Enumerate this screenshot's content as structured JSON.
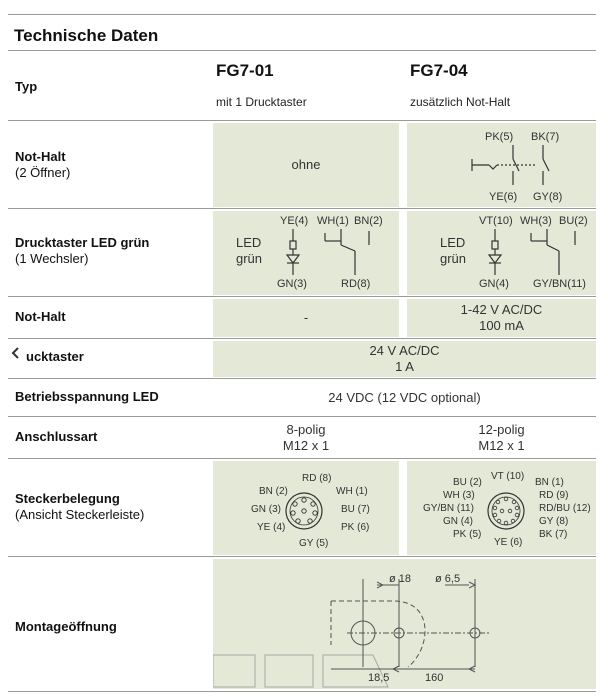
{
  "title": "Technische Daten",
  "header": {
    "label": "Typ",
    "col1_name": "FG7-01",
    "col1_sub": "mit 1 Drucktaster",
    "col2_name": "FG7-04",
    "col2_sub": "zusätzlich Not-Halt"
  },
  "rows": {
    "nothalt": {
      "label": "Not-Halt",
      "sublabel": "(2 Öffner)",
      "col1": "ohne",
      "col2_labels": {
        "pk": "PK(5)",
        "bk": "BK(7)",
        "ye": "YE(6)",
        "gy": "GY(8)"
      }
    },
    "drucktaster": {
      "label": "Drucktaster LED grün",
      "sublabel": "(1 Wechsler)",
      "col1_labels": {
        "led": "LED",
        "gruen": "grün",
        "ye": "YE(4)",
        "wh": "WH(1)",
        "bn": "BN(2)",
        "gn": "GN(3)",
        "rd": "RD(8)"
      },
      "col2_labels": {
        "led": "LED",
        "gruen": "grün",
        "vt": "VT(10)",
        "wh": "WH(3)",
        "bu": "BU(2)",
        "gn": "GN(4)",
        "gybn": "GY/BN(11)"
      }
    },
    "nothalt_rating": {
      "label": "Not-Halt",
      "col1": "-",
      "col2_line1": "1-42 V AC/DC",
      "col2_line2": "100 mA"
    },
    "drucktaster_rating": {
      "label": "ucktaster",
      "line1": "24 V AC/DC",
      "line2": "1 A"
    },
    "betriebsspannung": {
      "label": "Betriebsspannung LED",
      "value": "24 VDC (12 VDC optional)"
    },
    "anschlussart": {
      "label": "Anschlussart",
      "col1_line1": "8-polig",
      "col1_line2": "M12 x 1",
      "col2_line1": "12-polig",
      "col2_line2": "M12 x 1"
    },
    "steckerbelegung": {
      "label": "Steckerbelegung",
      "sublabel": "(Ansicht Steckerleiste)",
      "pins8": [
        "RD (8)",
        "BN (2)",
        "WH (1)",
        "GN (3)",
        "BU (7)",
        "YE (4)",
        "PK (6)",
        "GY (5)"
      ],
      "pins12": [
        "VT (10)",
        "BU (2)",
        "BN (1)",
        "WH (3)",
        "RD (9)",
        "GY/BN (11)",
        "RD/BU (12)",
        "GN (4)",
        "GY (8)",
        "PK (5)",
        "BK (7)",
        "YE (6)"
      ]
    },
    "montage": {
      "label": "Montageöffnung",
      "dim_d18": "ø 18",
      "dim_d65": "ø 6,5",
      "dim_185": "18,5",
      "dim_160": "160"
    }
  }
}
